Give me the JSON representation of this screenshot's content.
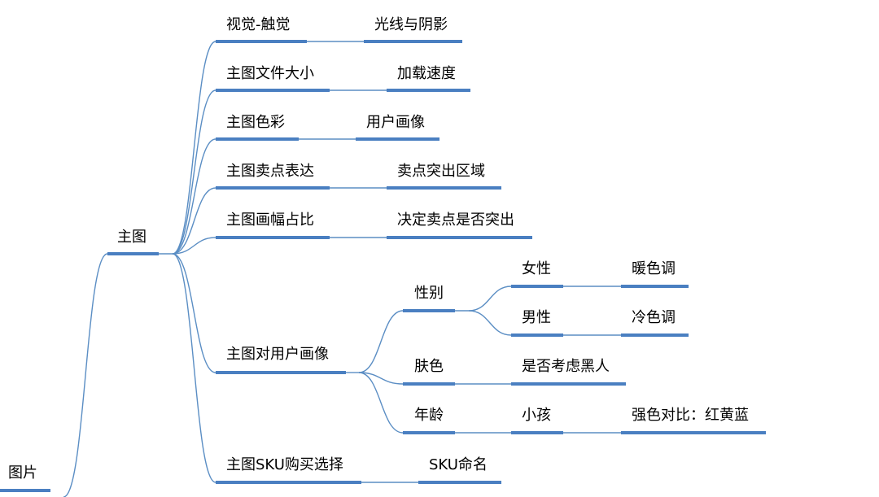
{
  "colors": {
    "branch": "#5b8ec4",
    "underline": "#4a7fc1",
    "text": "#000000"
  },
  "mindmap": {
    "root": "图片",
    "main": "主图",
    "branches": [
      {
        "label": "视觉-触觉",
        "child": "光线与阴影"
      },
      {
        "label": "主图文件大小",
        "child": "加载速度"
      },
      {
        "label": "主图色彩",
        "child": "用户画像"
      },
      {
        "label": "主图卖点表达",
        "child": "卖点突出区域"
      },
      {
        "label": "主图画幅占比",
        "child": "决定卖点是否突出"
      },
      {
        "label": "主图对用户画像",
        "subs": [
          {
            "label": "性别",
            "children": [
              {
                "label": "女性",
                "leaf": "暖色调"
              },
              {
                "label": "男性",
                "leaf": "冷色调"
              }
            ]
          },
          {
            "label": "肤色",
            "leaf": "是否考虑黑人"
          },
          {
            "label": "年龄",
            "child": "小孩",
            "leaf": "强色对比：红黄蓝"
          }
        ]
      },
      {
        "label": "主图SKU购买选择",
        "child": "SKU命名"
      }
    ]
  }
}
